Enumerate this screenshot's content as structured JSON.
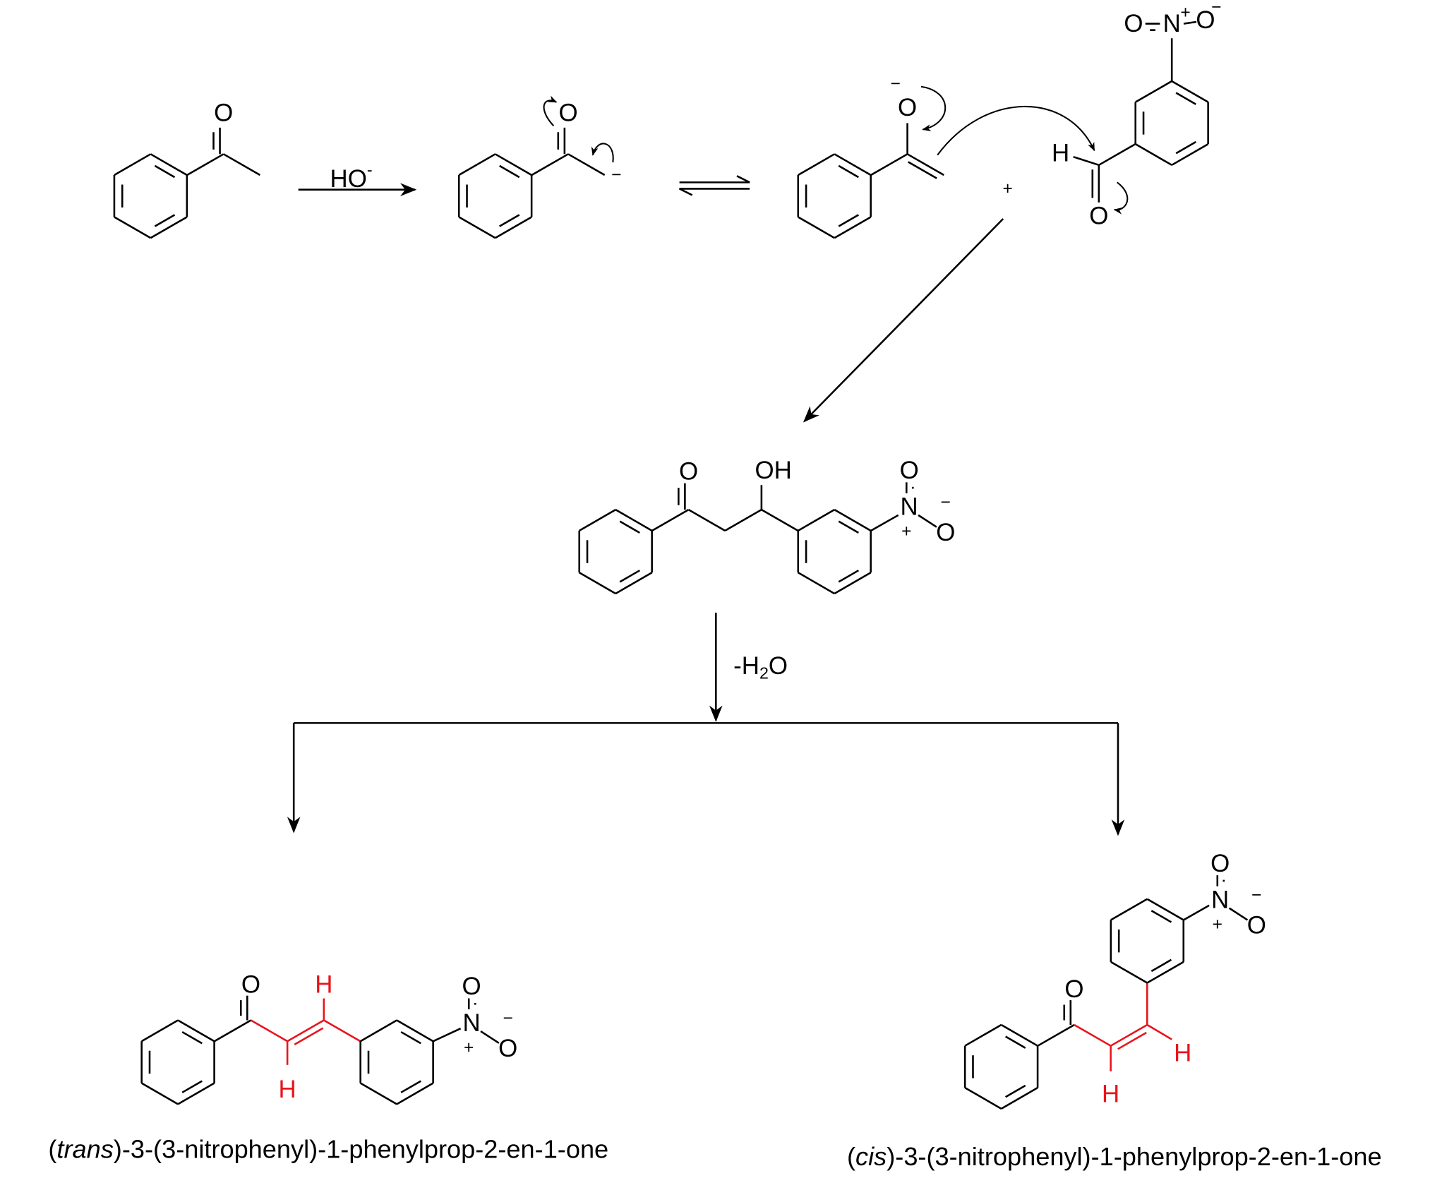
{
  "reagents": {
    "base": "HO",
    "base_charge": "-",
    "plus": "+",
    "dehydration_prefix": "-H",
    "dehydration_sub": "2",
    "dehydration_suffix": "O"
  },
  "atoms": {
    "O": "O",
    "H": "H",
    "OH": "OH",
    "N": "N",
    "plus": "+",
    "minus": "−"
  },
  "captions": {
    "trans": {
      "open": "(",
      "italic": "trans",
      "rest": ")-3-(3-nitrophenyl)-1-phenylprop-2-en-1-one"
    },
    "cis": {
      "open": "(",
      "italic": "cis",
      "rest": ")-3-(3-nitrophenyl)-1-phenylprop-2-en-1-one"
    }
  },
  "colors": {
    "bond": "#000000",
    "highlight": "#e8141b"
  }
}
